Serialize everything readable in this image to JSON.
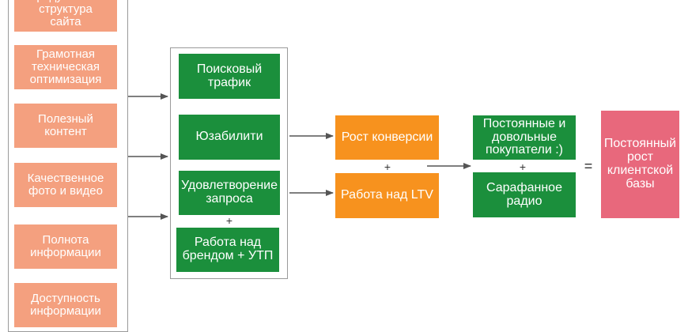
{
  "factors": [
    "Продуманная\nструктура\nсайта",
    "Грамотная\nтехническая\nоптимизация",
    "Полезный\nконтент",
    "Качественное\nфото и видео",
    "Полнота\nинформации",
    "Доступность\nинформации"
  ],
  "channels": {
    "search_traffic": "Поисковый\nтрафик",
    "usability": "Юзабилити",
    "query_satisfaction": "Удовлетворение\nзапроса",
    "plus": "+",
    "brand_work": "Работа над\nбрендом + УТП"
  },
  "results": {
    "conversion_growth": "Рост конверсии",
    "plus": "+",
    "ltv_work": "Работа над LTV"
  },
  "customers": {
    "loyal": "Постоянные и\nдовольные\nпокупатели :)",
    "plus": "+",
    "word_of_mouth": "Сарафанное\nрадио"
  },
  "equals": "=",
  "outcome": "Постоянный\nрост\nклиентской\nбазы",
  "colors": {
    "factor_fill": "#f4a07f",
    "channel_fill": "#1b8f3c",
    "result_fill": "#f7921e",
    "customer_fill": "#1b8f3c",
    "outcome_fill": "#e8687c",
    "arrow": "#555555"
  }
}
